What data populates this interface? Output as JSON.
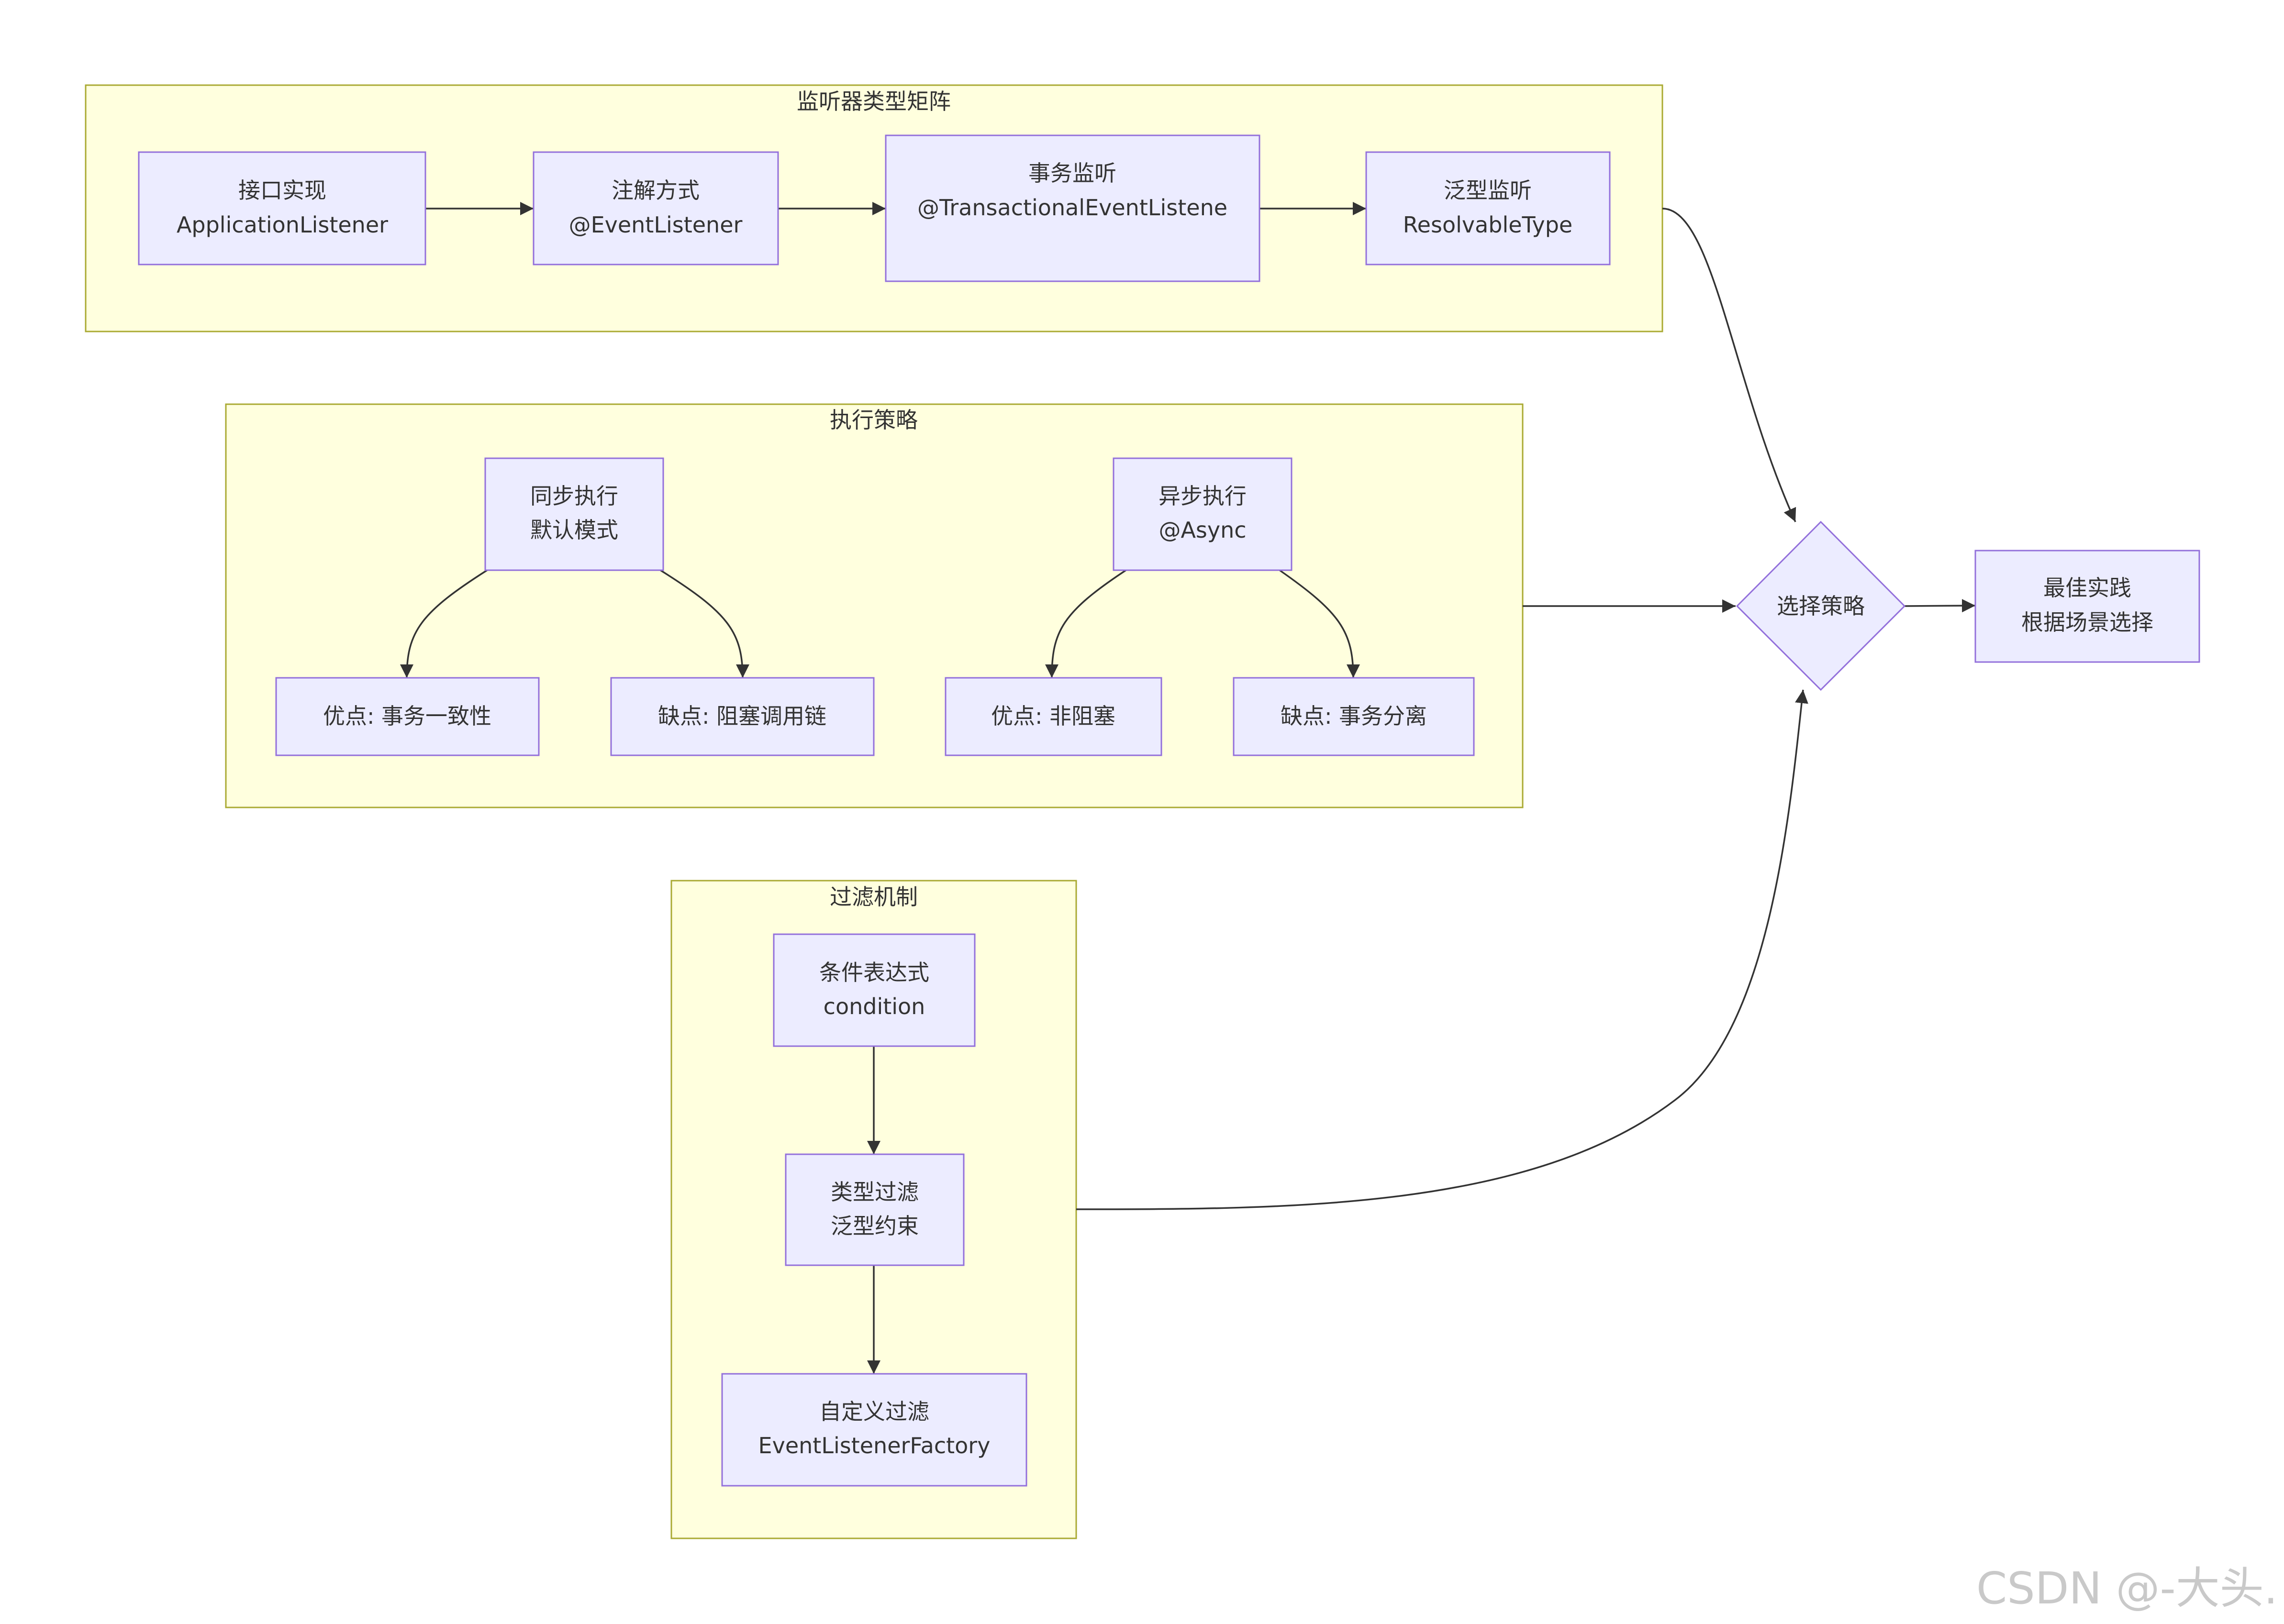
{
  "clusters": {
    "matrix": {
      "title": "监听器类型矩阵"
    },
    "strategy": {
      "title": "执行策略"
    },
    "filter": {
      "title": "过滤机制"
    }
  },
  "nodes": {
    "interface_impl": {
      "line1": "接口实现",
      "line2": "ApplicationListener"
    },
    "annotation": {
      "line1": "注解方式",
      "line2": "@EventListener"
    },
    "transactional": {
      "line1": "事务监听",
      "line2": "@TransactionalEventListene"
    },
    "generic": {
      "line1": "泛型监听",
      "line2": "ResolvableType"
    },
    "sync": {
      "line1": "同步执行",
      "line2": "默认模式"
    },
    "async": {
      "line1": "异步执行",
      "line2": "@Async"
    },
    "sync_pro": {
      "line1": "优点: 事务一致性"
    },
    "sync_con": {
      "line1": "缺点: 阻塞调用链"
    },
    "async_pro": {
      "line1": "优点: 非阻塞"
    },
    "async_con": {
      "line1": "缺点: 事务分离"
    },
    "condition": {
      "line1": "条件表达式",
      "line2": "condition"
    },
    "type_filter": {
      "line1": "类型过滤",
      "line2": "泛型约束"
    },
    "custom_filter": {
      "line1": "自定义过滤",
      "line2": "EventListenerFactory"
    },
    "choose": {
      "line1": "选择策略"
    },
    "best_practice": {
      "line1": "最佳实践",
      "line2": "根据场景选择"
    }
  },
  "watermark": "CSDN @-大头."
}
